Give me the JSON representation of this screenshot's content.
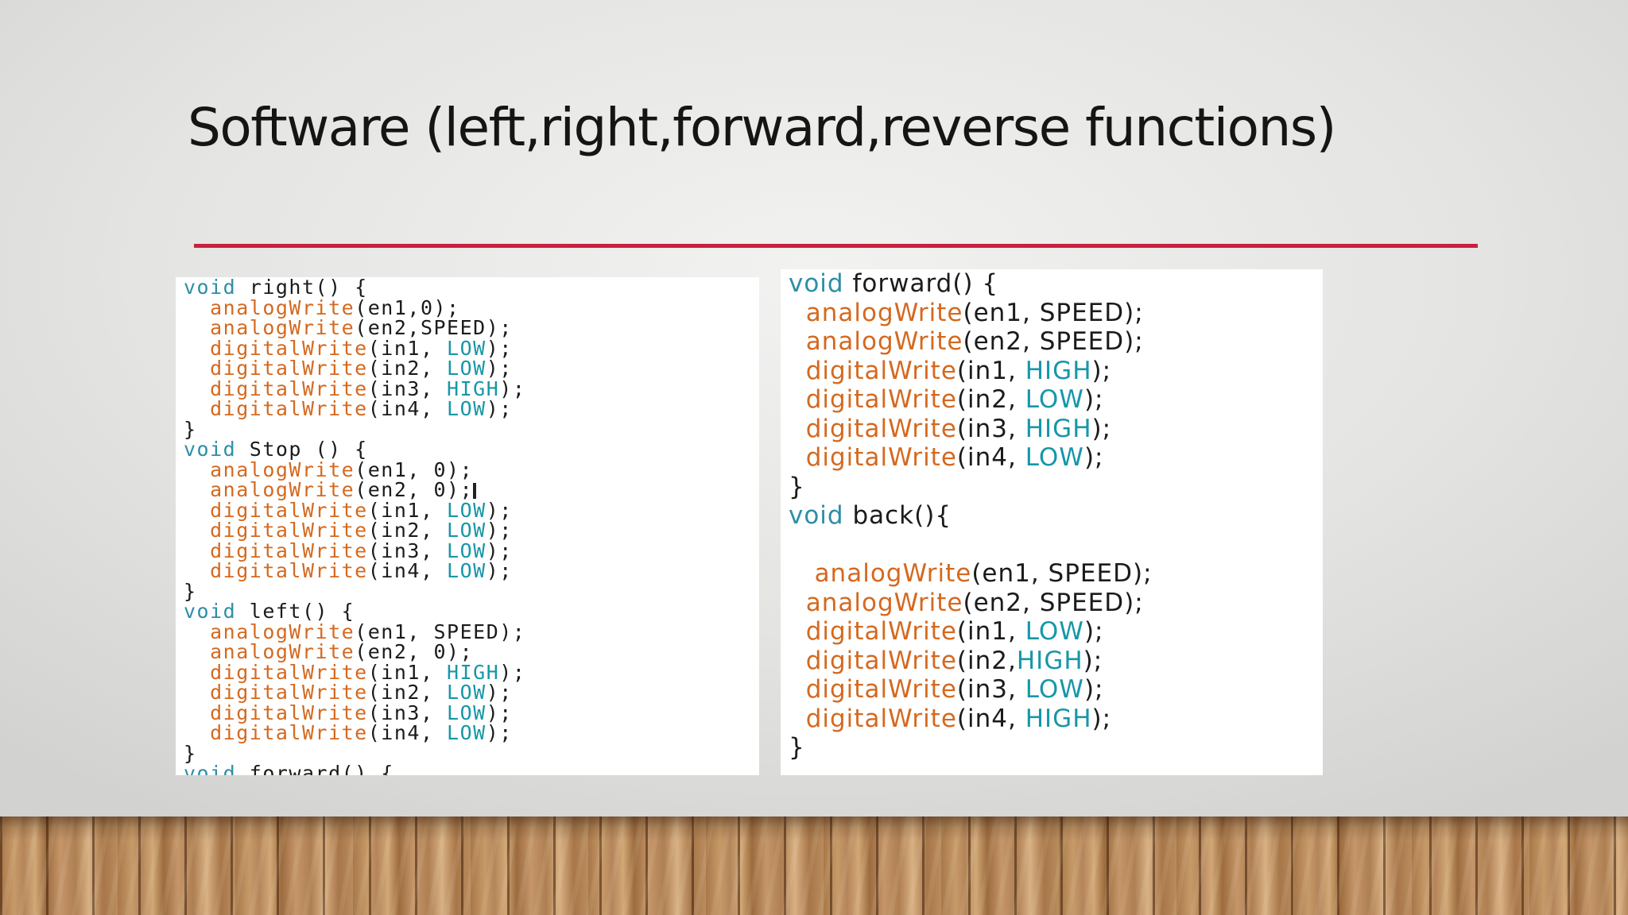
{
  "slide": {
    "title": "Software (left,right,forward,reverse functions)"
  },
  "colors": {
    "title_rule": "#c9203f",
    "keyword": "#2d8ea6",
    "function": "#d5691f",
    "constant": "#1697a8",
    "text": "#1b1b1b"
  },
  "left_code": [
    [
      [
        "kw",
        "void"
      ],
      [
        "p",
        " right() {"
      ]
    ],
    [
      [
        "p",
        "  "
      ],
      [
        "fn",
        "analogWrite"
      ],
      [
        "p",
        "(en1,0);"
      ]
    ],
    [
      [
        "p",
        "  "
      ],
      [
        "fn",
        "analogWrite"
      ],
      [
        "p",
        "(en2,SPEED);"
      ]
    ],
    [
      [
        "p",
        "  "
      ],
      [
        "fn",
        "digitalWrite"
      ],
      [
        "p",
        "(in1, "
      ],
      [
        "c",
        "LOW"
      ],
      [
        "p",
        ");"
      ]
    ],
    [
      [
        "p",
        "  "
      ],
      [
        "fn",
        "digitalWrite"
      ],
      [
        "p",
        "(in2, "
      ],
      [
        "c",
        "LOW"
      ],
      [
        "p",
        ");"
      ]
    ],
    [
      [
        "p",
        "  "
      ],
      [
        "fn",
        "digitalWrite"
      ],
      [
        "p",
        "(in3, "
      ],
      [
        "c",
        "HIGH"
      ],
      [
        "p",
        ");"
      ]
    ],
    [
      [
        "p",
        "  "
      ],
      [
        "fn",
        "digitalWrite"
      ],
      [
        "p",
        "(in4, "
      ],
      [
        "c",
        "LOW"
      ],
      [
        "p",
        ");"
      ]
    ],
    [
      [
        "p",
        "}"
      ]
    ],
    [
      [
        "kw",
        "void"
      ],
      [
        "p",
        " Stop () {"
      ]
    ],
    [
      [
        "p",
        "  "
      ],
      [
        "fn",
        "analogWrite"
      ],
      [
        "p",
        "(en1, 0);"
      ]
    ],
    [
      [
        "p",
        "  "
      ],
      [
        "fn",
        "analogWrite"
      ],
      [
        "p",
        "(en2, 0);"
      ]
    ],
    [
      [
        "p",
        "  "
      ],
      [
        "fn",
        "digitalWrite"
      ],
      [
        "p",
        "(in1, "
      ],
      [
        "c",
        "LOW"
      ],
      [
        "p",
        ");"
      ]
    ],
    [
      [
        "p",
        "  "
      ],
      [
        "fn",
        "digitalWrite"
      ],
      [
        "p",
        "(in2, "
      ],
      [
        "c",
        "LOW"
      ],
      [
        "p",
        ");"
      ]
    ],
    [
      [
        "p",
        "  "
      ],
      [
        "fn",
        "digitalWrite"
      ],
      [
        "p",
        "(in3, "
      ],
      [
        "c",
        "LOW"
      ],
      [
        "p",
        ");"
      ]
    ],
    [
      [
        "p",
        "  "
      ],
      [
        "fn",
        "digitalWrite"
      ],
      [
        "p",
        "(in4, "
      ],
      [
        "c",
        "LOW"
      ],
      [
        "p",
        ");"
      ]
    ],
    [
      [
        "p",
        "}"
      ]
    ],
    [
      [
        "kw",
        "void"
      ],
      [
        "p",
        " left() {"
      ]
    ],
    [
      [
        "p",
        "  "
      ],
      [
        "fn",
        "analogWrite"
      ],
      [
        "p",
        "(en1, SPEED);"
      ]
    ],
    [
      [
        "p",
        "  "
      ],
      [
        "fn",
        "analogWrite"
      ],
      [
        "p",
        "(en2, 0);"
      ]
    ],
    [
      [
        "p",
        "  "
      ],
      [
        "fn",
        "digitalWrite"
      ],
      [
        "p",
        "(in1, "
      ],
      [
        "c",
        "HIGH"
      ],
      [
        "p",
        ");"
      ]
    ],
    [
      [
        "p",
        "  "
      ],
      [
        "fn",
        "digitalWrite"
      ],
      [
        "p",
        "(in2, "
      ],
      [
        "c",
        "LOW"
      ],
      [
        "p",
        ");"
      ]
    ],
    [
      [
        "p",
        "  "
      ],
      [
        "fn",
        "digitalWrite"
      ],
      [
        "p",
        "(in3, "
      ],
      [
        "c",
        "LOW"
      ],
      [
        "p",
        ");"
      ]
    ],
    [
      [
        "p",
        "  "
      ],
      [
        "fn",
        "digitalWrite"
      ],
      [
        "p",
        "(in4, "
      ],
      [
        "c",
        "LOW"
      ],
      [
        "p",
        ");"
      ]
    ],
    [
      [
        "p",
        "}"
      ]
    ],
    [
      [
        "kw",
        "void"
      ],
      [
        "p",
        " forward() {"
      ]
    ]
  ],
  "right_code": [
    [
      [
        "kw",
        "void"
      ],
      [
        "p",
        " forward() {"
      ]
    ],
    [
      [
        "p",
        "  "
      ],
      [
        "fn",
        "analogWrite"
      ],
      [
        "p",
        "(en1, SPEED);"
      ]
    ],
    [
      [
        "p",
        "  "
      ],
      [
        "fn",
        "analogWrite"
      ],
      [
        "p",
        "(en2, SPEED);"
      ]
    ],
    [
      [
        "p",
        "  "
      ],
      [
        "fn",
        "digitalWrite"
      ],
      [
        "p",
        "(in1, "
      ],
      [
        "c",
        "HIGH"
      ],
      [
        "p",
        ");"
      ]
    ],
    [
      [
        "p",
        "  "
      ],
      [
        "fn",
        "digitalWrite"
      ],
      [
        "p",
        "(in2, "
      ],
      [
        "c",
        "LOW"
      ],
      [
        "p",
        ");"
      ]
    ],
    [
      [
        "p",
        "  "
      ],
      [
        "fn",
        "digitalWrite"
      ],
      [
        "p",
        "(in3, "
      ],
      [
        "c",
        "HIGH"
      ],
      [
        "p",
        ");"
      ]
    ],
    [
      [
        "p",
        "  "
      ],
      [
        "fn",
        "digitalWrite"
      ],
      [
        "p",
        "(in4, "
      ],
      [
        "c",
        "LOW"
      ],
      [
        "p",
        ");"
      ]
    ],
    [
      [
        "p",
        "}"
      ]
    ],
    [
      [
        "kw",
        "void"
      ],
      [
        "p",
        " back(){"
      ]
    ],
    [
      [
        "p",
        ""
      ]
    ],
    [
      [
        "p",
        "   "
      ],
      [
        "fn",
        "analogWrite"
      ],
      [
        "p",
        "(en1, SPEED);"
      ]
    ],
    [
      [
        "p",
        "  "
      ],
      [
        "fn",
        "analogWrite"
      ],
      [
        "p",
        "(en2, SPEED);"
      ]
    ],
    [
      [
        "p",
        "  "
      ],
      [
        "fn",
        "digitalWrite"
      ],
      [
        "p",
        "(in1, "
      ],
      [
        "c",
        "LOW"
      ],
      [
        "p",
        ");"
      ]
    ],
    [
      [
        "p",
        "  "
      ],
      [
        "fn",
        "digitalWrite"
      ],
      [
        "p",
        "(in2,"
      ],
      [
        "c",
        "HIGH"
      ],
      [
        "p",
        ");"
      ]
    ],
    [
      [
        "p",
        "  "
      ],
      [
        "fn",
        "digitalWrite"
      ],
      [
        "p",
        "(in3, "
      ],
      [
        "c",
        "LOW"
      ],
      [
        "p",
        ");"
      ]
    ],
    [
      [
        "p",
        "  "
      ],
      [
        "fn",
        "digitalWrite"
      ],
      [
        "p",
        "(in4, "
      ],
      [
        "c",
        "HIGH"
      ],
      [
        "p",
        ");"
      ]
    ],
    [
      [
        "p",
        "}"
      ]
    ]
  ]
}
